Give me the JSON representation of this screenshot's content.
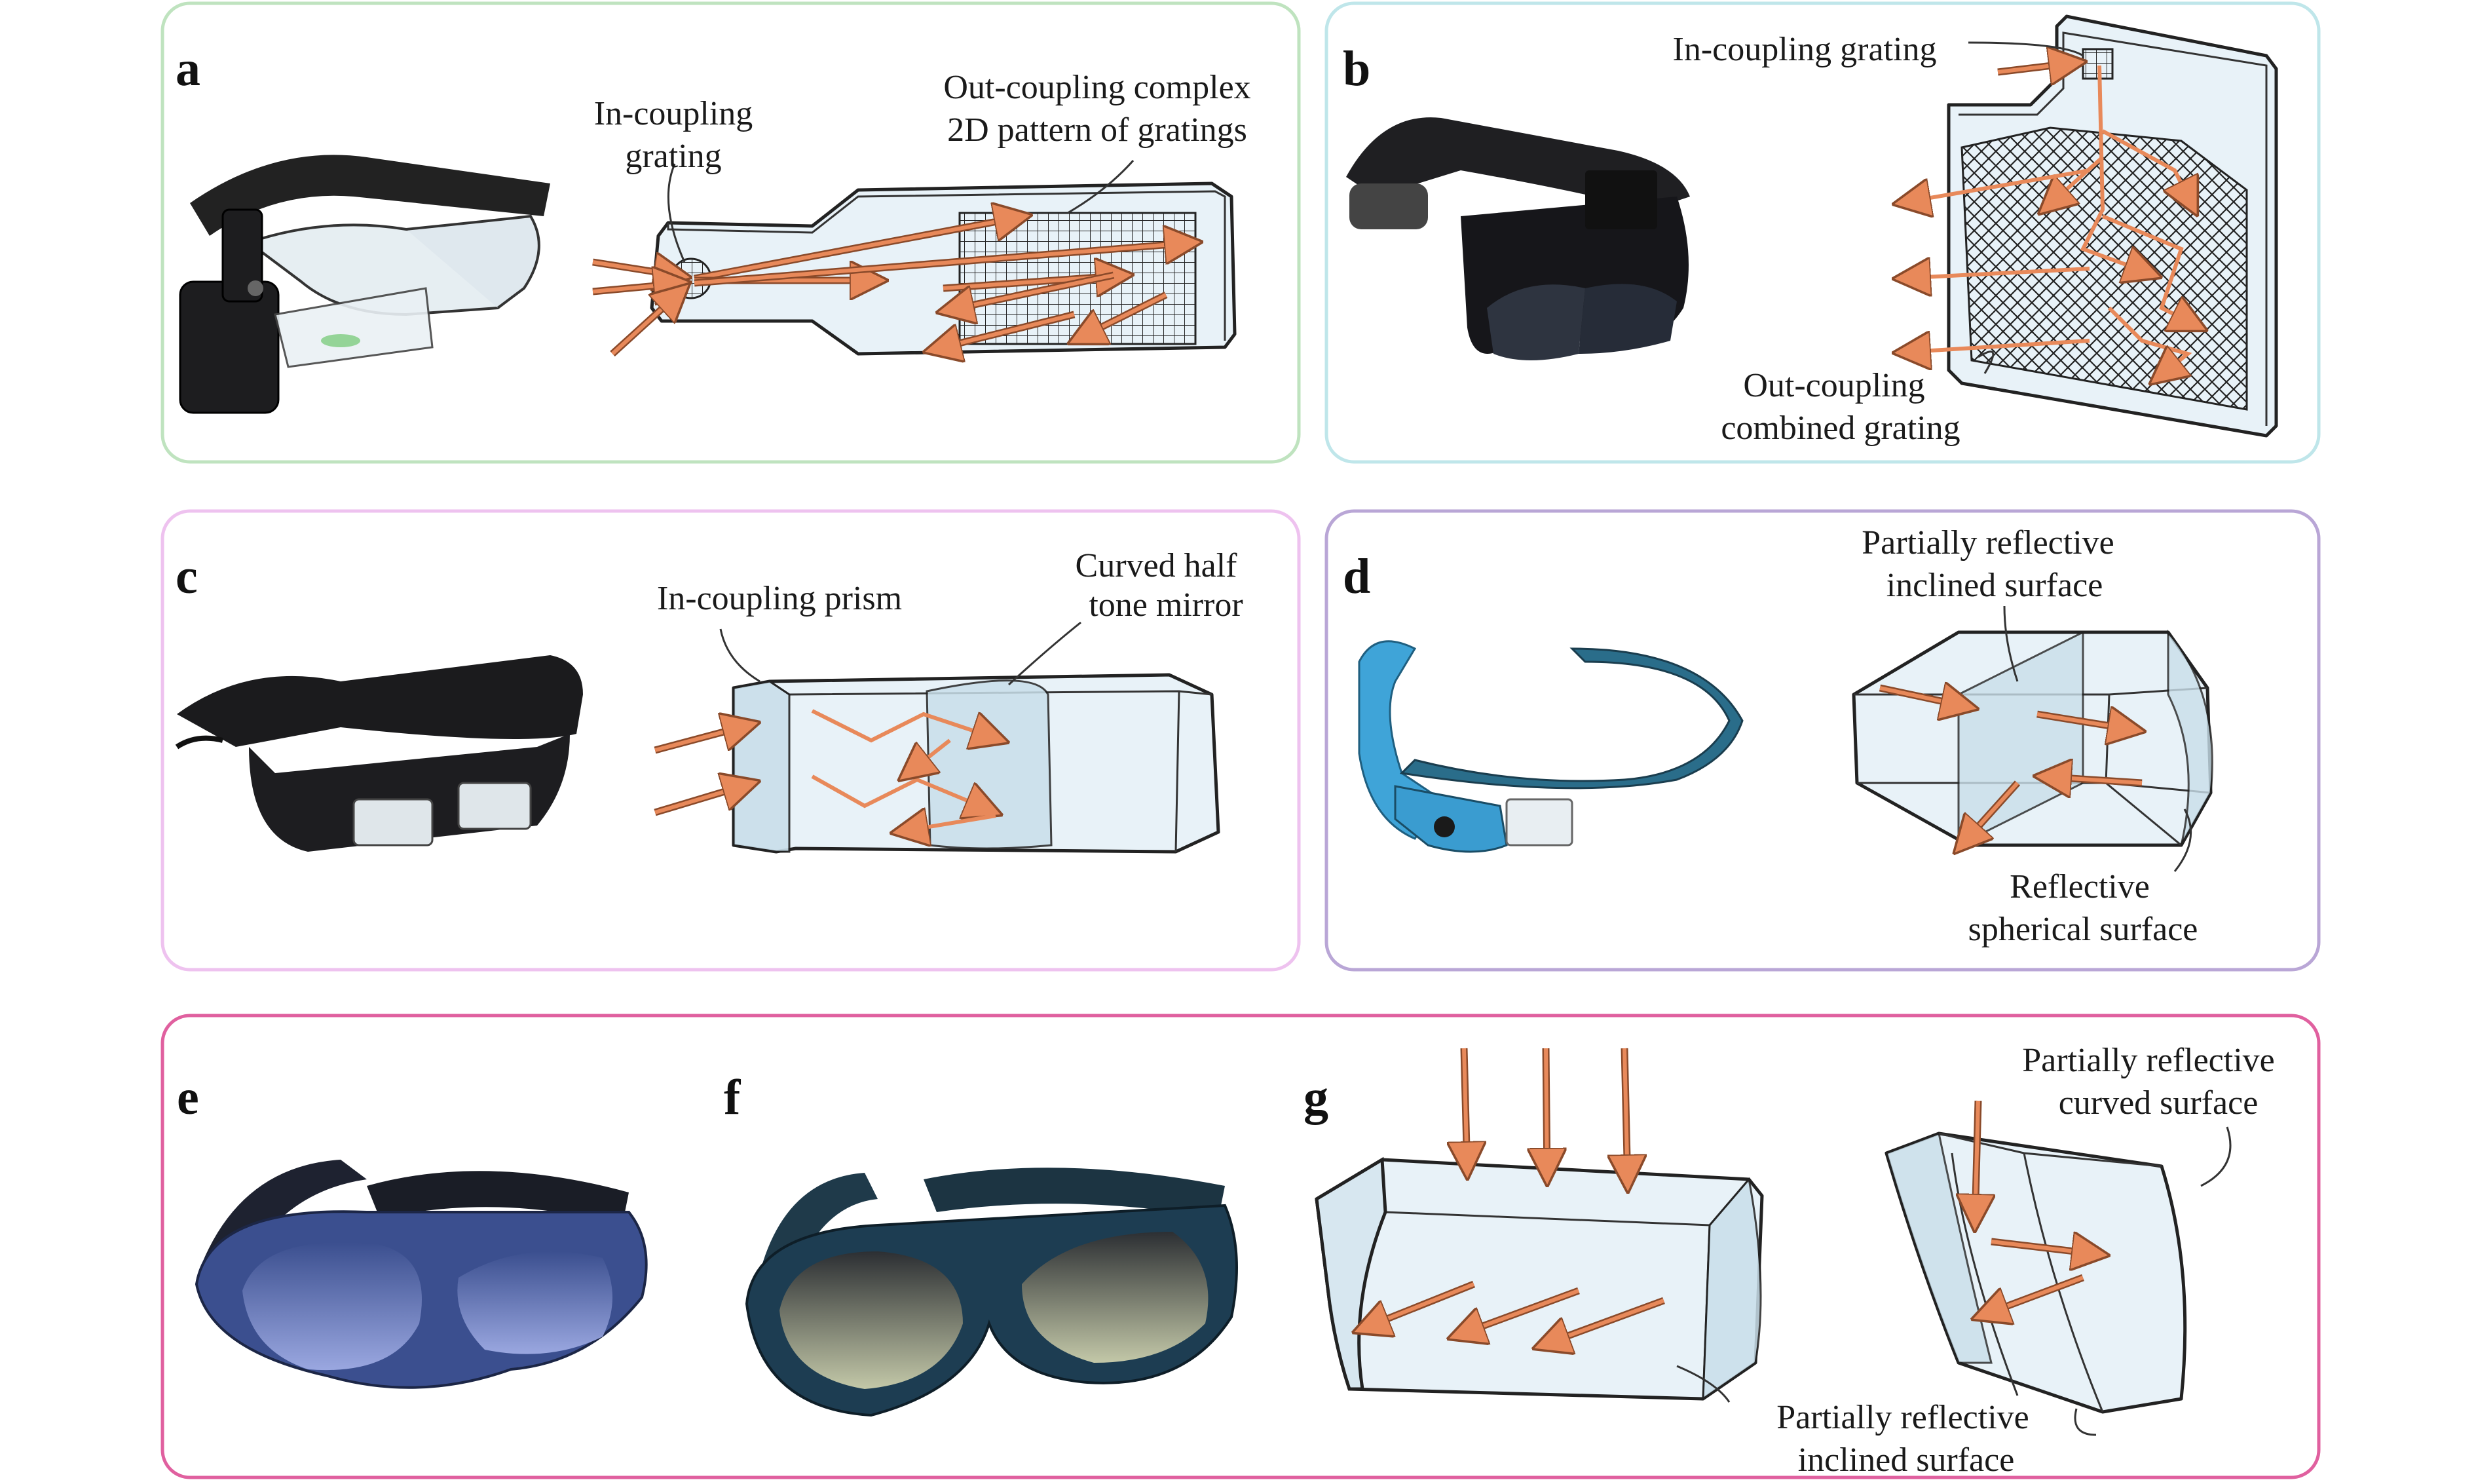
{
  "colors": {
    "panel_a_border": "#bfe3bf",
    "panel_b_border": "#bfe6ea",
    "panel_c_border": "#eec2ef",
    "panel_d_border": "#b9a6d6",
    "panel_efg_border": "#e0609f",
    "arrow": "#e8895a",
    "optic_fill": "#e8f2f8",
    "optic_shade": "#c9dfea"
  },
  "panels": {
    "a": {
      "letter": "a",
      "labels": {
        "in_coupling_1": "In-coupling",
        "in_coupling_2": "grating",
        "out_coupling_1": "Out-coupling complex",
        "out_coupling_2": "2D pattern of gratings"
      },
      "device_icon": "ar-glasses-photo"
    },
    "b": {
      "letter": "b",
      "labels": {
        "in_coupling": "In-coupling grating",
        "out_coupling_1": "Out-coupling",
        "out_coupling_2": "combined grating"
      },
      "device_icon": "ar-headset-photo"
    },
    "c": {
      "letter": "c",
      "labels": {
        "prism": "In-coupling prism",
        "mirror_1": "Curved half",
        "mirror_2": "tone mirror"
      },
      "device_icon": "ar-headset-photo"
    },
    "d": {
      "letter": "d",
      "labels": {
        "inclined_1": "Partially reflective",
        "inclined_2": "inclined surface",
        "spherical_1": "Reflective",
        "spherical_2": "spherical surface"
      },
      "device_icon": "smart-glasses-photo"
    },
    "e": {
      "letter": "e",
      "device_icon": "ar-glasses-photo"
    },
    "f": {
      "letter": "f",
      "device_icon": "ar-glasses-photo"
    },
    "g": {
      "letter": "g",
      "labels": {
        "curved_1": "Partially reflective",
        "curved_2": "curved surface",
        "inclined_1": "Partially reflective",
        "inclined_2": "inclined surface"
      }
    }
  }
}
